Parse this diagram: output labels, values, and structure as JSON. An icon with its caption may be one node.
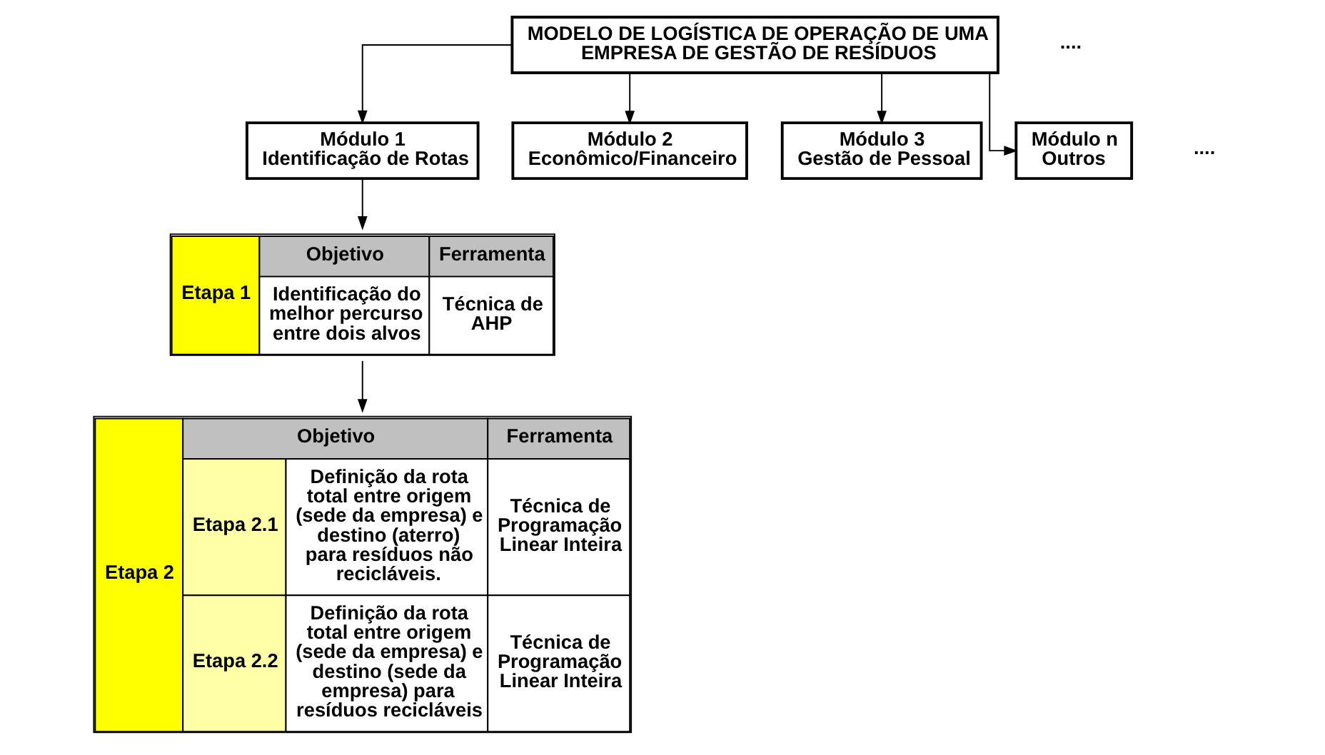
{
  "diagram": {
    "nodes": [
      {
        "text": [
          "MODELO DE LOGÍSTICA DE OPERAÇÃO DE UMA EMPRESA DE GESTÃO DE RESÍDUOS"
        ]
      },
      {
        "text": [
          "Módulo 1",
          "Identificação de Rotas"
        ]
      },
      {
        "text": [
          "Módulo 2",
          "Econômico/Financeiro"
        ]
      },
      {
        "text": [
          "Módulo 3",
          "Gestão de Pessoal"
        ]
      },
      {
        "text": [
          "Módulo n",
          "Outros"
        ]
      },
      {
        "text": [
          "Etapa 1",
          "Objetivo",
          "Ferramenta",
          "Identificação do melhor percurso entre dois alvos",
          "Técnica de AHP"
        ]
      },
      {
        "text": [
          "Etapa 2",
          "Objetivo",
          "Ferramenta",
          "Etapa 2.1",
          "Definição da rota total entre origem (sede da empresa) e destino (aterro) para resíduos não recicláveis.",
          "Técnica de Programação Linear Inteira",
          "Etapa 2.2",
          "Definição da rota total entre origem (sede da empresa) e destino (sede da empresa) para resíduos recicláveis",
          "Técnica de Programação Linear Inteira"
        ]
      }
    ],
    "edges": [
      {
        "from": 0,
        "to": 1,
        "arrow": "to"
      },
      {
        "from": 0,
        "to": 2,
        "arrow": "to"
      },
      {
        "from": 0,
        "to": 3,
        "arrow": "to"
      },
      {
        "from": 0,
        "to": 4,
        "arrow": "to"
      },
      {
        "from": 1,
        "to": 5,
        "arrow": "to"
      },
      {
        "from": 5,
        "to": 6,
        "arrow": "to"
      }
    ],
    "labels": [
      "....",
      "...."
    ]
  }
}
